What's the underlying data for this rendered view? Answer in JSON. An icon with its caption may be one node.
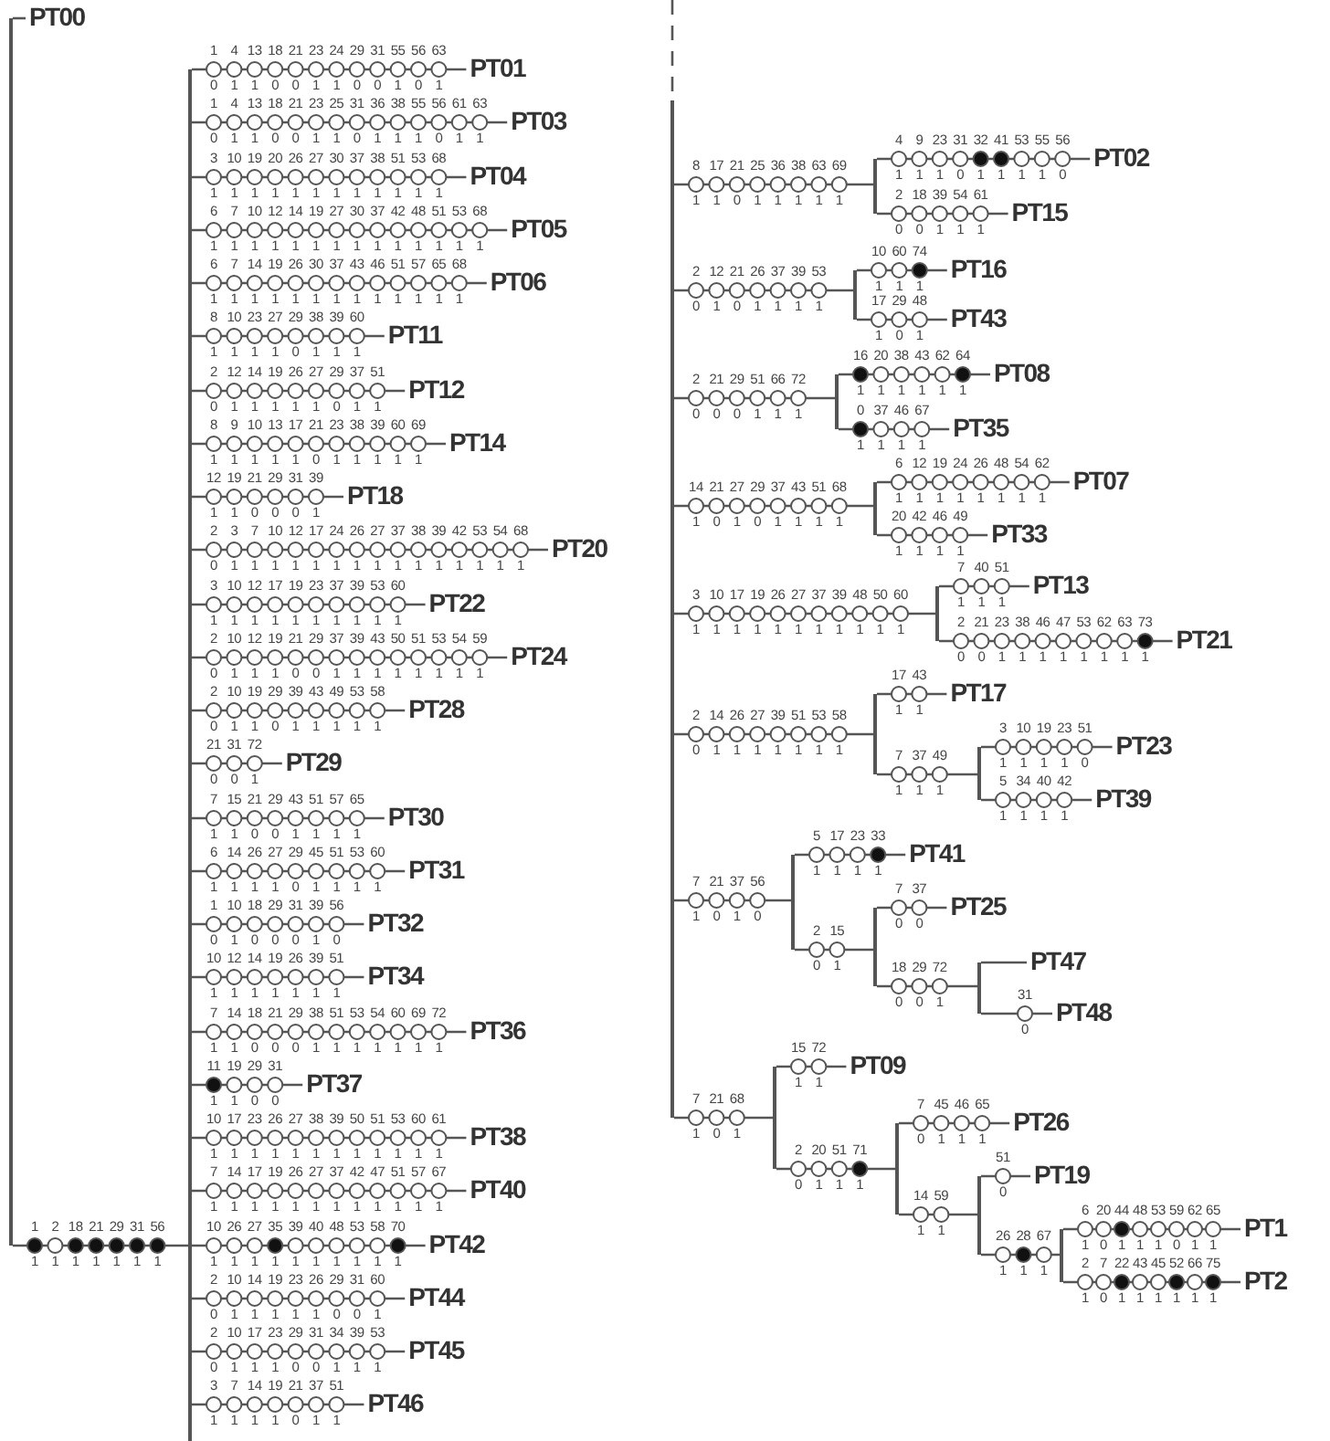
{
  "diagram": {
    "nodes": [
      {
        "text": [],
        "shape": "bar"
      },
      {
        "text": [
          "PT00"
        ]
      },
      {
        "text": [],
        "shape": "bar",
        "beside": [
          "1",
          "2",
          "18",
          "21",
          "29",
          "31",
          "56",
          "1",
          "1",
          "1",
          "1",
          "1",
          "1",
          "1"
        ]
      },
      {
        "text": [
          "PT01"
        ],
        "beside": [
          "1",
          "4",
          "13",
          "18",
          "21",
          "23",
          "24",
          "29",
          "31",
          "55",
          "56",
          "63",
          "0",
          "1",
          "1",
          "0",
          "0",
          "1",
          "1",
          "0",
          "0",
          "1",
          "0",
          "1"
        ]
      },
      {
        "text": [
          "PT03"
        ],
        "beside": [
          "1",
          "4",
          "13",
          "18",
          "21",
          "23",
          "25",
          "31",
          "36",
          "38",
          "55",
          "56",
          "61",
          "63",
          "0",
          "1",
          "1",
          "0",
          "0",
          "1",
          "1",
          "0",
          "1",
          "1",
          "1",
          "0",
          "1",
          "1"
        ]
      },
      {
        "text": [
          "PT04"
        ],
        "beside": [
          "3",
          "10",
          "19",
          "20",
          "26",
          "27",
          "30",
          "37",
          "38",
          "51",
          "53",
          "68",
          "1",
          "1",
          "1",
          "1",
          "1",
          "1",
          "1",
          "1",
          "1",
          "1",
          "1",
          "1"
        ]
      },
      {
        "text": [
          "PT05"
        ],
        "beside": [
          "6",
          "7",
          "10",
          "12",
          "14",
          "19",
          "27",
          "30",
          "37",
          "42",
          "48",
          "51",
          "53",
          "68",
          "1",
          "1",
          "1",
          "1",
          "1",
          "1",
          "1",
          "1",
          "1",
          "1",
          "1",
          "1",
          "1",
          "1"
        ]
      },
      {
        "text": [
          "PT06"
        ],
        "beside": [
          "6",
          "7",
          "14",
          "19",
          "26",
          "30",
          "37",
          "43",
          "46",
          "51",
          "57",
          "65",
          "68",
          "1",
          "1",
          "1",
          "1",
          "1",
          "1",
          "1",
          "1",
          "1",
          "1",
          "1",
          "1",
          "1"
        ]
      },
      {
        "text": [
          "PT11"
        ],
        "beside": [
          "8",
          "10",
          "23",
          "27",
          "29",
          "38",
          "39",
          "60",
          "1",
          "1",
          "1",
          "1",
          "0",
          "1",
          "1",
          "1"
        ]
      },
      {
        "text": [
          "PT12"
        ],
        "beside": [
          "2",
          "12",
          "14",
          "19",
          "26",
          "27",
          "29",
          "37",
          "51",
          "0",
          "1",
          "1",
          "1",
          "1",
          "1",
          "0",
          "1",
          "1"
        ]
      },
      {
        "text": [
          "PT14"
        ],
        "beside": [
          "8",
          "9",
          "10",
          "13",
          "17",
          "21",
          "23",
          "38",
          "39",
          "60",
          "69",
          "1",
          "1",
          "1",
          "1",
          "1",
          "0",
          "1",
          "1",
          "1",
          "1",
          "1"
        ]
      },
      {
        "text": [
          "PT18"
        ],
        "beside": [
          "12",
          "19",
          "21",
          "29",
          "31",
          "39",
          "1",
          "1",
          "0",
          "0",
          "0",
          "1"
        ]
      },
      {
        "text": [
          "PT20"
        ],
        "beside": [
          "2",
          "3",
          "7",
          "10",
          "12",
          "17",
          "24",
          "26",
          "27",
          "37",
          "38",
          "39",
          "42",
          "53",
          "54",
          "68",
          "0",
          "1",
          "1",
          "1",
          "1",
          "1",
          "1",
          "1",
          "1",
          "1",
          "1",
          "1",
          "1",
          "1",
          "1",
          "1"
        ]
      },
      {
        "text": [
          "PT22"
        ],
        "beside": [
          "3",
          "10",
          "12",
          "17",
          "19",
          "23",
          "37",
          "39",
          "53",
          "60",
          "1",
          "1",
          "1",
          "1",
          "1",
          "1",
          "1",
          "1",
          "1",
          "1"
        ]
      },
      {
        "text": [
          "PT24"
        ],
        "beside": [
          "2",
          "10",
          "12",
          "19",
          "21",
          "29",
          "37",
          "39",
          "43",
          "50",
          "51",
          "53",
          "54",
          "59",
          "0",
          "1",
          "1",
          "1",
          "0",
          "0",
          "1",
          "1",
          "1",
          "1",
          "1",
          "1",
          "1",
          "1"
        ]
      },
      {
        "text": [
          "PT28"
        ],
        "beside": [
          "2",
          "10",
          "19",
          "29",
          "39",
          "43",
          "49",
          "53",
          "58",
          "0",
          "1",
          "1",
          "0",
          "1",
          "1",
          "1",
          "1",
          "1"
        ]
      },
      {
        "text": [
          "PT29"
        ],
        "beside": [
          "21",
          "31",
          "72",
          "0",
          "0",
          "1"
        ]
      },
      {
        "text": [
          "PT30"
        ],
        "beside": [
          "7",
          "15",
          "21",
          "29",
          "43",
          "51",
          "57",
          "65",
          "1",
          "1",
          "0",
          "0",
          "1",
          "1",
          "1",
          "1"
        ]
      },
      {
        "text": [
          "PT31"
        ],
        "beside": [
          "6",
          "14",
          "26",
          "27",
          "29",
          "45",
          "51",
          "53",
          "60",
          "1",
          "1",
          "1",
          "1",
          "0",
          "1",
          "1",
          "1",
          "1"
        ]
      },
      {
        "text": [
          "PT32"
        ],
        "beside": [
          "1",
          "10",
          "18",
          "29",
          "31",
          "39",
          "56",
          "0",
          "1",
          "0",
          "0",
          "0",
          "1",
          "0"
        ]
      },
      {
        "text": [
          "PT34"
        ],
        "beside": [
          "10",
          "12",
          "14",
          "19",
          "26",
          "39",
          "51",
          "1",
          "1",
          "1",
          "1",
          "1",
          "1",
          "1"
        ]
      },
      {
        "text": [
          "PT36"
        ],
        "beside": [
          "7",
          "14",
          "18",
          "21",
          "29",
          "38",
          "51",
          "53",
          "54",
          "60",
          "69",
          "72",
          "1",
          "1",
          "0",
          "0",
          "0",
          "1",
          "1",
          "1",
          "1",
          "1",
          "1",
          "1"
        ]
      },
      {
        "text": [
          "PT37"
        ],
        "beside": [
          "11",
          "19",
          "29",
          "31",
          "1",
          "1",
          "0",
          "0"
        ]
      },
      {
        "text": [
          "PT38"
        ],
        "beside": [
          "10",
          "17",
          "23",
          "26",
          "27",
          "38",
          "39",
          "50",
          "51",
          "53",
          "60",
          "61",
          "1",
          "1",
          "1",
          "1",
          "1",
          "1",
          "1",
          "1",
          "1",
          "1",
          "1",
          "1"
        ]
      },
      {
        "text": [
          "PT40"
        ],
        "beside": [
          "7",
          "14",
          "17",
          "19",
          "26",
          "27",
          "37",
          "42",
          "47",
          "51",
          "57",
          "67",
          "1",
          "1",
          "1",
          "1",
          "1",
          "1",
          "1",
          "1",
          "1",
          "1",
          "1",
          "1"
        ]
      },
      {
        "text": [
          "PT42"
        ],
        "beside": [
          "10",
          "26",
          "27",
          "35",
          "39",
          "40",
          "48",
          "53",
          "58",
          "70",
          "1",
          "1",
          "1",
          "1",
          "1",
          "1",
          "1",
          "1",
          "1",
          "1"
        ]
      },
      {
        "text": [
          "PT44"
        ],
        "beside": [
          "2",
          "10",
          "14",
          "19",
          "23",
          "26",
          "29",
          "31",
          "60",
          "0",
          "1",
          "1",
          "1",
          "1",
          "1",
          "0",
          "0",
          "1"
        ]
      },
      {
        "text": [
          "PT45"
        ],
        "beside": [
          "2",
          "10",
          "17",
          "23",
          "29",
          "31",
          "34",
          "39",
          "53",
          "0",
          "1",
          "1",
          "1",
          "0",
          "0",
          "1",
          "1",
          "1"
        ]
      },
      {
        "text": [
          "PT46"
        ],
        "beside": [
          "3",
          "7",
          "14",
          "19",
          "21",
          "37",
          "51",
          "1",
          "1",
          "1",
          "1",
          "0",
          "1",
          "1"
        ]
      },
      {
        "text": [],
        "shape": "bar"
      },
      {
        "text": [],
        "shape": "bar",
        "beside": [
          "8",
          "17",
          "21",
          "25",
          "36",
          "38",
          "63",
          "69",
          "1",
          "1",
          "0",
          "1",
          "1",
          "1",
          "1",
          "1"
        ]
      },
      {
        "text": [
          "PT02"
        ],
        "beside": [
          "4",
          "9",
          "23",
          "31",
          "32",
          "41",
          "53",
          "55",
          "56",
          "1",
          "1",
          "1",
          "0",
          "1",
          "1",
          "1",
          "1",
          "0"
        ]
      },
      {
        "text": [
          "PT15"
        ],
        "beside": [
          "2",
          "18",
          "39",
          "54",
          "61",
          "0",
          "0",
          "1",
          "1",
          "1"
        ]
      },
      {
        "text": [],
        "shape": "bar",
        "beside": [
          "2",
          "12",
          "21",
          "26",
          "37",
          "39",
          "53",
          "0",
          "1",
          "0",
          "1",
          "1",
          "1",
          "1"
        ]
      },
      {
        "text": [
          "PT16"
        ],
        "beside": [
          "10",
          "60",
          "74",
          "1",
          "1",
          "1"
        ]
      },
      {
        "text": [
          "PT43"
        ],
        "beside": [
          "17",
          "29",
          "48",
          "1",
          "0",
          "1"
        ]
      },
      {
        "text": [],
        "shape": "bar",
        "beside": [
          "2",
          "21",
          "29",
          "51",
          "66",
          "72",
          "0",
          "0",
          "0",
          "1",
          "1",
          "1"
        ]
      },
      {
        "text": [
          "PT08"
        ],
        "beside": [
          "16",
          "20",
          "38",
          "43",
          "62",
          "64",
          "1",
          "1",
          "1",
          "1",
          "1",
          "1"
        ]
      },
      {
        "text": [
          "PT35"
        ],
        "beside": [
          "0",
          "37",
          "46",
          "67",
          "1",
          "1",
          "1",
          "1"
        ]
      },
      {
        "text": [],
        "shape": "bar",
        "beside": [
          "14",
          "21",
          "27",
          "29",
          "37",
          "43",
          "51",
          "68",
          "1",
          "0",
          "1",
          "0",
          "1",
          "1",
          "1",
          "1"
        ]
      },
      {
        "text": [
          "PT07"
        ],
        "beside": [
          "6",
          "12",
          "19",
          "24",
          "26",
          "48",
          "54",
          "62",
          "1",
          "1",
          "1",
          "1",
          "1",
          "1",
          "1",
          "1"
        ]
      },
      {
        "text": [
          "PT33"
        ],
        "beside": [
          "20",
          "42",
          "46",
          "49",
          "1",
          "1",
          "1",
          "1"
        ]
      },
      {
        "text": [],
        "shape": "bar",
        "beside": [
          "3",
          "10",
          "17",
          "19",
          "26",
          "27",
          "37",
          "39",
          "48",
          "50",
          "60",
          "1",
          "1",
          "1",
          "1",
          "1",
          "1",
          "1",
          "1",
          "1",
          "1",
          "1"
        ]
      },
      {
        "text": [
          "PT13"
        ],
        "beside": [
          "7",
          "40",
          "51",
          "1",
          "1",
          "1"
        ]
      },
      {
        "text": [
          "PT21"
        ],
        "beside": [
          "2",
          "21",
          "23",
          "38",
          "46",
          "47",
          "53",
          "62",
          "63",
          "73",
          "0",
          "0",
          "1",
          "1",
          "1",
          "1",
          "1",
          "1",
          "1",
          "1"
        ]
      },
      {
        "text": [],
        "shape": "bar",
        "beside": [
          "2",
          "14",
          "26",
          "27",
          "39",
          "51",
          "53",
          "58",
          "0",
          "1",
          "1",
          "1",
          "1",
          "1",
          "1",
          "1"
        ]
      },
      {
        "text": [
          "PT17"
        ],
        "beside": [
          "17",
          "43",
          "1",
          "1"
        ]
      },
      {
        "text": [],
        "shape": "bar",
        "beside": [
          "7",
          "37",
          "49",
          "1",
          "1",
          "1"
        ]
      },
      {
        "text": [
          "PT23"
        ],
        "beside": [
          "3",
          "10",
          "19",
          "23",
          "51",
          "1",
          "1",
          "1",
          "1",
          "0"
        ]
      },
      {
        "text": [
          "PT39"
        ],
        "beside": [
          "5",
          "34",
          "40",
          "42",
          "1",
          "1",
          "1",
          "1"
        ]
      },
      {
        "text": [],
        "shape": "bar",
        "beside": [
          "7",
          "21",
          "37",
          "56",
          "1",
          "0",
          "1",
          "0"
        ]
      },
      {
        "text": [
          "PT41"
        ],
        "beside": [
          "5",
          "17",
          "23",
          "33",
          "1",
          "1",
          "1",
          "1"
        ]
      },
      {
        "text": [],
        "shape": "bar",
        "beside": [
          "2",
          "15",
          "0",
          "1"
        ]
      },
      {
        "text": [
          "PT25"
        ],
        "beside": [
          "7",
          "37",
          "0",
          "0"
        ]
      },
      {
        "text": [],
        "shape": "bar",
        "beside": [
          "18",
          "29",
          "72",
          "0",
          "0",
          "1"
        ]
      },
      {
        "text": [
          "PT47"
        ]
      },
      {
        "text": [
          "PT48"
        ],
        "beside": [
          "31",
          "0"
        ]
      },
      {
        "text": [],
        "shape": "bar",
        "beside": [
          "7",
          "21",
          "68",
          "1",
          "0",
          "1"
        ]
      },
      {
        "text": [
          "PT09"
        ],
        "beside": [
          "15",
          "72",
          "1",
          "1"
        ]
      },
      {
        "text": [],
        "shape": "bar",
        "beside": [
          "2",
          "20",
          "51",
          "71",
          "0",
          "1",
          "1",
          "1"
        ]
      },
      {
        "text": [
          "PT26"
        ],
        "beside": [
          "7",
          "45",
          "46",
          "65",
          "0",
          "1",
          "1",
          "1"
        ]
      },
      {
        "text": [],
        "shape": "bar",
        "beside": [
          "14",
          "59",
          "1",
          "1"
        ]
      },
      {
        "text": [
          "PT19"
        ],
        "beside": [
          "51",
          "0"
        ]
      },
      {
        "text": [],
        "shape": "bar",
        "beside": [
          "26",
          "28",
          "67",
          "1",
          "1",
          "1"
        ]
      },
      {
        "text": [
          "PT1"
        ],
        "beside": [
          "6",
          "20",
          "44",
          "48",
          "53",
          "59",
          "62",
          "65",
          "1",
          "0",
          "1",
          "1",
          "1",
          "0",
          "1",
          "1"
        ]
      },
      {
        "text": [
          "PT2"
        ],
        "beside": [
          "2",
          "7",
          "22",
          "43",
          "45",
          "52",
          "66",
          "75",
          "1",
          "0",
          "1",
          "1",
          "1",
          "1",
          "1",
          "1"
        ]
      }
    ],
    "edges": [
      {
        "from": 0,
        "to": 1,
        "arrow": "none"
      },
      {
        "from": 0,
        "to": 2,
        "arrow": "none"
      },
      {
        "from": 2,
        "to": 3,
        "arrow": "none"
      },
      {
        "from": 2,
        "to": 4,
        "arrow": "none"
      },
      {
        "from": 2,
        "to": 5,
        "arrow": "none"
      },
      {
        "from": 2,
        "to": 6,
        "arrow": "none"
      },
      {
        "from": 2,
        "to": 7,
        "arrow": "none"
      },
      {
        "from": 2,
        "to": 8,
        "arrow": "none"
      },
      {
        "from": 2,
        "to": 9,
        "arrow": "none"
      },
      {
        "from": 2,
        "to": 10,
        "arrow": "none"
      },
      {
        "from": 2,
        "to": 11,
        "arrow": "none"
      },
      {
        "from": 2,
        "to": 12,
        "arrow": "none"
      },
      {
        "from": 2,
        "to": 13,
        "arrow": "none"
      },
      {
        "from": 2,
        "to": 14,
        "arrow": "none"
      },
      {
        "from": 2,
        "to": 15,
        "arrow": "none"
      },
      {
        "from": 2,
        "to": 16,
        "arrow": "none"
      },
      {
        "from": 2,
        "to": 17,
        "arrow": "none"
      },
      {
        "from": 2,
        "to": 18,
        "arrow": "none"
      },
      {
        "from": 2,
        "to": 19,
        "arrow": "none"
      },
      {
        "from": 2,
        "to": 20,
        "arrow": "none"
      },
      {
        "from": 2,
        "to": 21,
        "arrow": "none"
      },
      {
        "from": 2,
        "to": 22,
        "arrow": "none"
      },
      {
        "from": 2,
        "to": 23,
        "arrow": "none"
      },
      {
        "from": 2,
        "to": 24,
        "arrow": "none"
      },
      {
        "from": 2,
        "to": 25,
        "arrow": "none"
      },
      {
        "from": 2,
        "to": 26,
        "arrow": "none"
      },
      {
        "from": 2,
        "to": 27,
        "arrow": "none"
      },
      {
        "from": 2,
        "to": 28,
        "arrow": "none"
      },
      {
        "from": null,
        "to": 29,
        "arrow": "none",
        "style": "dashed"
      },
      {
        "from": 29,
        "to": 30,
        "arrow": "none"
      },
      {
        "from": 30,
        "to": 31,
        "arrow": "none"
      },
      {
        "from": 30,
        "to": 32,
        "arrow": "none"
      },
      {
        "from": 29,
        "to": 33,
        "arrow": "none"
      },
      {
        "from": 33,
        "to": 34,
        "arrow": "none"
      },
      {
        "from": 33,
        "to": 35,
        "arrow": "none"
      },
      {
        "from": 29,
        "to": 36,
        "arrow": "none"
      },
      {
        "from": 36,
        "to": 37,
        "arrow": "none"
      },
      {
        "from": 36,
        "to": 38,
        "arrow": "none"
      },
      {
        "from": 29,
        "to": 39,
        "arrow": "none"
      },
      {
        "from": 39,
        "to": 40,
        "arrow": "none"
      },
      {
        "from": 39,
        "to": 41,
        "arrow": "none"
      },
      {
        "from": 29,
        "to": 42,
        "arrow": "none"
      },
      {
        "from": 42,
        "to": 43,
        "arrow": "none"
      },
      {
        "from": 42,
        "to": 44,
        "arrow": "none"
      },
      {
        "from": 29,
        "to": 45,
        "arrow": "none"
      },
      {
        "from": 45,
        "to": 46,
        "arrow": "none"
      },
      {
        "from": 45,
        "to": 47,
        "arrow": "none"
      },
      {
        "from": 47,
        "to": 48,
        "arrow": "none"
      },
      {
        "from": 47,
        "to": 49,
        "arrow": "none"
      },
      {
        "from": 29,
        "to": 50,
        "arrow": "none"
      },
      {
        "from": 50,
        "to": 51,
        "arrow": "none"
      },
      {
        "from": 50,
        "to": 52,
        "arrow": "none"
      },
      {
        "from": 52,
        "to": 53,
        "arrow": "none"
      },
      {
        "from": 52,
        "to": 54,
        "arrow": "none"
      },
      {
        "from": 54,
        "to": 55,
        "arrow": "none"
      },
      {
        "from": 54,
        "to": 56,
        "arrow": "none"
      },
      {
        "from": 29,
        "to": 57,
        "arrow": "none"
      },
      {
        "from": 57,
        "to": 58,
        "arrow": "none"
      },
      {
        "from": 57,
        "to": 59,
        "arrow": "none"
      },
      {
        "from": 59,
        "to": 60,
        "arrow": "none"
      },
      {
        "from": 59,
        "to": 61,
        "arrow": "none"
      },
      {
        "from": 61,
        "to": 62,
        "arrow": "none"
      },
      {
        "from": 61,
        "to": 63,
        "arrow": "none"
      },
      {
        "from": 63,
        "to": 64,
        "arrow": "none"
      },
      {
        "from": 63,
        "to": 65,
        "arrow": "none"
      }
    ]
  }
}
